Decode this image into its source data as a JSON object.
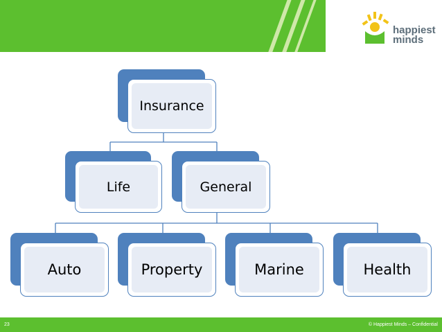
{
  "brand": {
    "logo_line1": "happiest",
    "logo_line2": "minds",
    "colors": {
      "header": "#5cbf2f",
      "node": "#4f81bd",
      "node_fill": "#e7ecf5",
      "logo_yellow": "#f2c318",
      "logo_green": "#5cbf2f"
    }
  },
  "diagram": {
    "root": "Insurance",
    "level2": [
      "Life",
      "General"
    ],
    "level3": [
      "Auto",
      "Property",
      "Marine",
      "Health"
    ]
  },
  "footer": {
    "page_number": "23",
    "copyright": "© Happiest Minds – Confidential"
  }
}
